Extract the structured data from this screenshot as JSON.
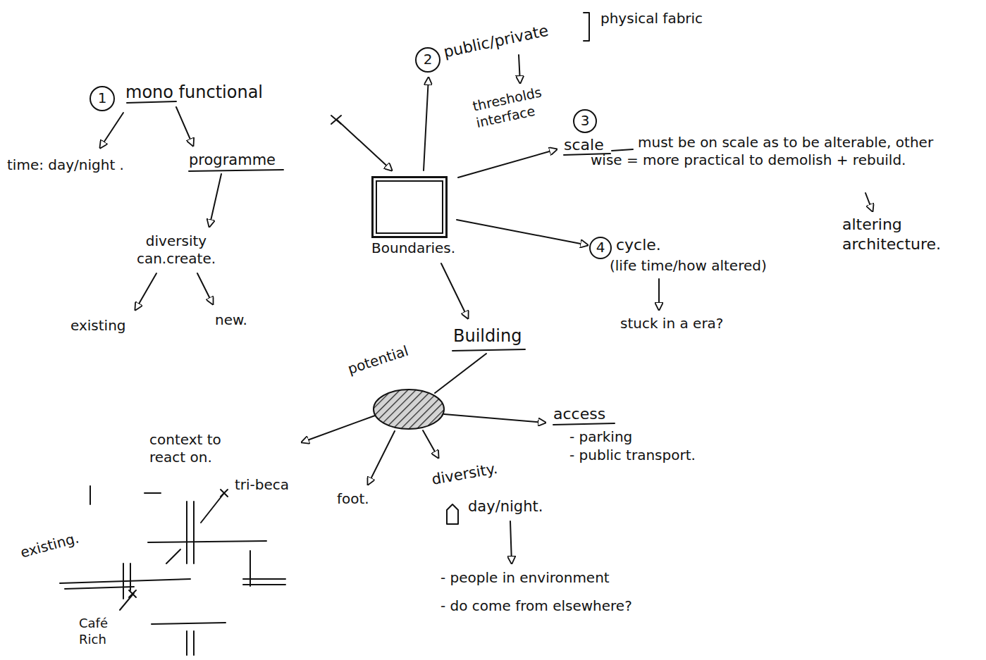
{
  "diagram": {
    "nodes": [
      {
        "text": [
          "Boundaries."
        ]
      },
      {
        "text": [
          "potential"
        ]
      }
    ],
    "labels": [
      "1",
      "mono functional",
      "time: day/night .",
      "programme",
      "diversity can.create.",
      "existing",
      "new.",
      "2",
      "public/private",
      "physical fabric",
      "thresholds interface",
      "3",
      "scale",
      "must be on scale as to be alterable, other wise = more practical to demolish + rebuild.",
      "altering architecture.",
      "4",
      "cycle.",
      "(life time/how altered)",
      "stuck in a era?",
      "Building",
      "context to react on.",
      "tri-beca",
      "existing.",
      "Café Rich",
      "foot.",
      "diversity.",
      "day/night.",
      "access",
      "- parking",
      "- public transport.",
      "- people in environment",
      "- do come from elsewhere?"
    ]
  }
}
